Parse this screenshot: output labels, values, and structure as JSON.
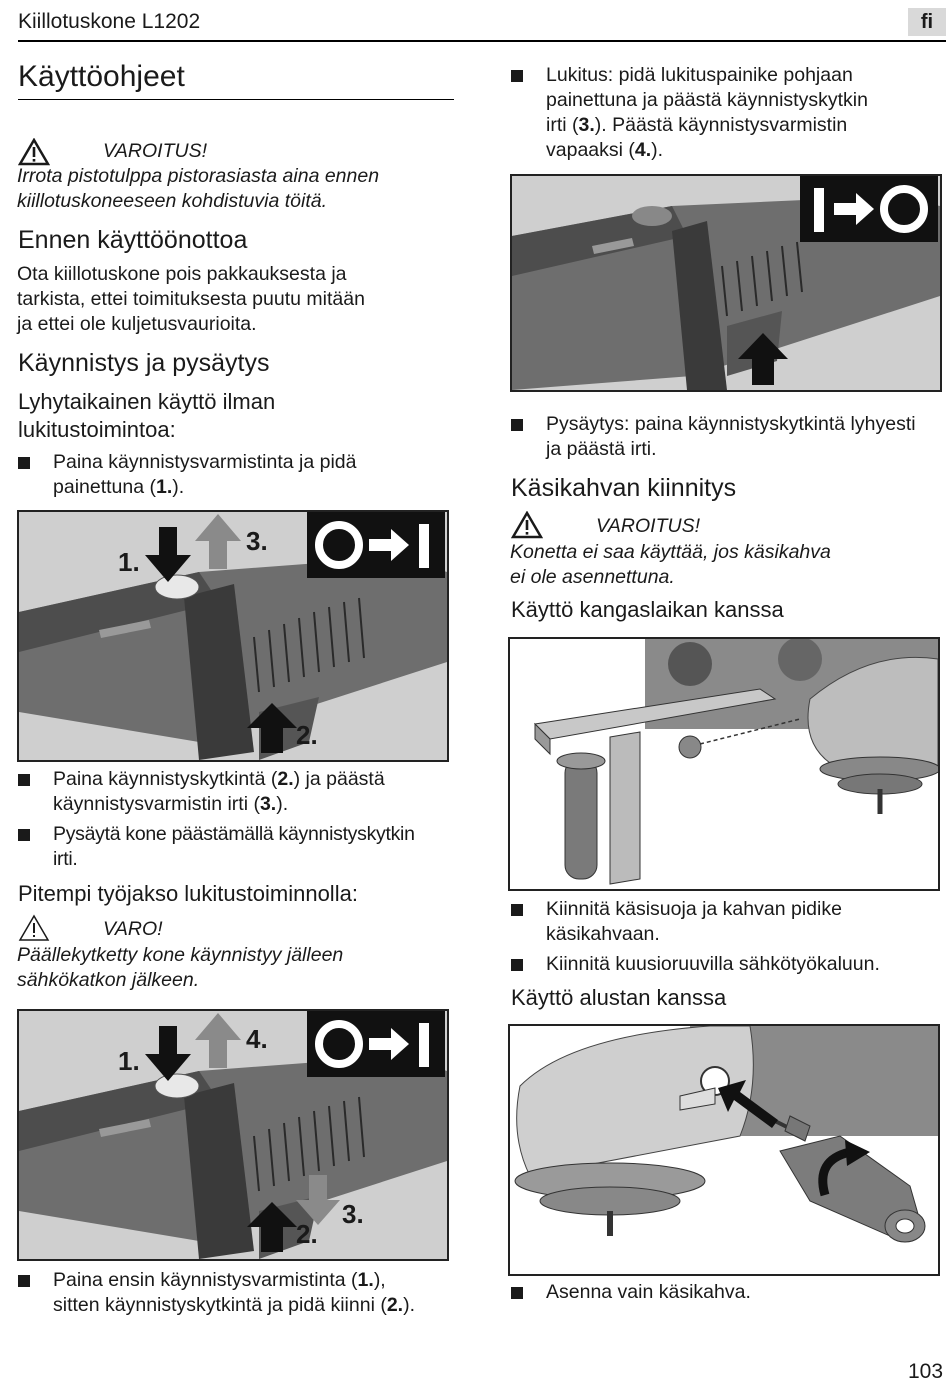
{
  "header": {
    "title": "Kiillotuskone L1202",
    "lang": "fi"
  },
  "left": {
    "title": "Käyttöohjeet",
    "warning1": {
      "label": "VAROITUS!",
      "line1": "Irrota pistotulppa pistorasiasta aina ennen",
      "line2": "kiillotuskoneeseen kohdistuvia töitä."
    },
    "before": {
      "heading": "Ennen käyttöönottoa",
      "line1": "Ota kiillotuskone pois pakkauksesta ja",
      "line2": "tarkista, ettei toimituksesta puutu mitään",
      "line3": "ja ettei ole kuljetusvaurioita."
    },
    "startstop_heading": "Käynnistys ja pysäytys",
    "short_heading1": "Lyhytaikainen käyttö ilman",
    "short_heading2": "lukitustoimintoa:",
    "bullet1": {
      "l1": "Paina käynnistysvarmistinta ja pidä",
      "l2a": "painettuna (",
      "l2b": "1.",
      "l2c": ")."
    },
    "fig1": {
      "label1": "1.",
      "label2": "2.",
      "label3": "3."
    },
    "bullet2": {
      "l1a": "Paina käynnistyskytkintä (",
      "l1b": "2.",
      "l1c": ") ja päästä",
      "l2a": "käynnistysvarmistin irti (",
      "l2b": "3.",
      "l2c": ")."
    },
    "bullet3": {
      "l1": "Pysäytä kone päästämällä käynnistyskytkin",
      "l2": "irti."
    },
    "long_heading": "Pitempi työjakso lukitustoiminnolla:",
    "caution": {
      "label": "VARO!",
      "line1": "Päällekytketty kone käynnistyy jälleen",
      "line2": "sähkökatkon jälkeen."
    },
    "fig2": {
      "label1": "1.",
      "label2": "2.",
      "label3": "3.",
      "label4": "4."
    },
    "bullet4": {
      "l1a": "Paina ensin käynnistysvarmistinta (",
      "l1b": "1.",
      "l1c": "),",
      "l2a": "sitten käynnistyskytkintä ja pidä kiinni (",
      "l2b": "2.",
      "l2c": ")."
    }
  },
  "right": {
    "bullet_lock": {
      "l1": "Lukitus: pidä lukituspainike pohjaan",
      "l2": "painettuna ja päästä käynnistyskytkin",
      "l3a": "irti (",
      "l3b": "3.",
      "l3c": "). Päästä käynnistysvarmistin",
      "l4a": "vapaaksi (",
      "l4b": "4.",
      "l4c": ")."
    },
    "bullet_stop": {
      "l1": "Pysäytys: paina käynnistyskytkintä lyhyesti",
      "l2": "ja päästä irti."
    },
    "handle_heading": "Käsikahvan kiinnitys",
    "warning2": {
      "label": "VAROITUS!",
      "line1": "Konetta ei saa käyttää, jos käsikahva",
      "line2": "ei ole asennettuna."
    },
    "cloth_heading": "Käyttö kangaslaikan kanssa",
    "bullet_attach1": {
      "l1": "Kiinnitä käsisuoja ja kahvan pidike",
      "l2": "käsikahvaan."
    },
    "bullet_attach2": {
      "l1": "Kiinnitä kuusioruuvilla sähkötyökaluun."
    },
    "base_heading": "Käyttö alustan kanssa",
    "bullet_handle": {
      "l1": "Asenna vain käsikahva."
    }
  },
  "page_number": "103"
}
